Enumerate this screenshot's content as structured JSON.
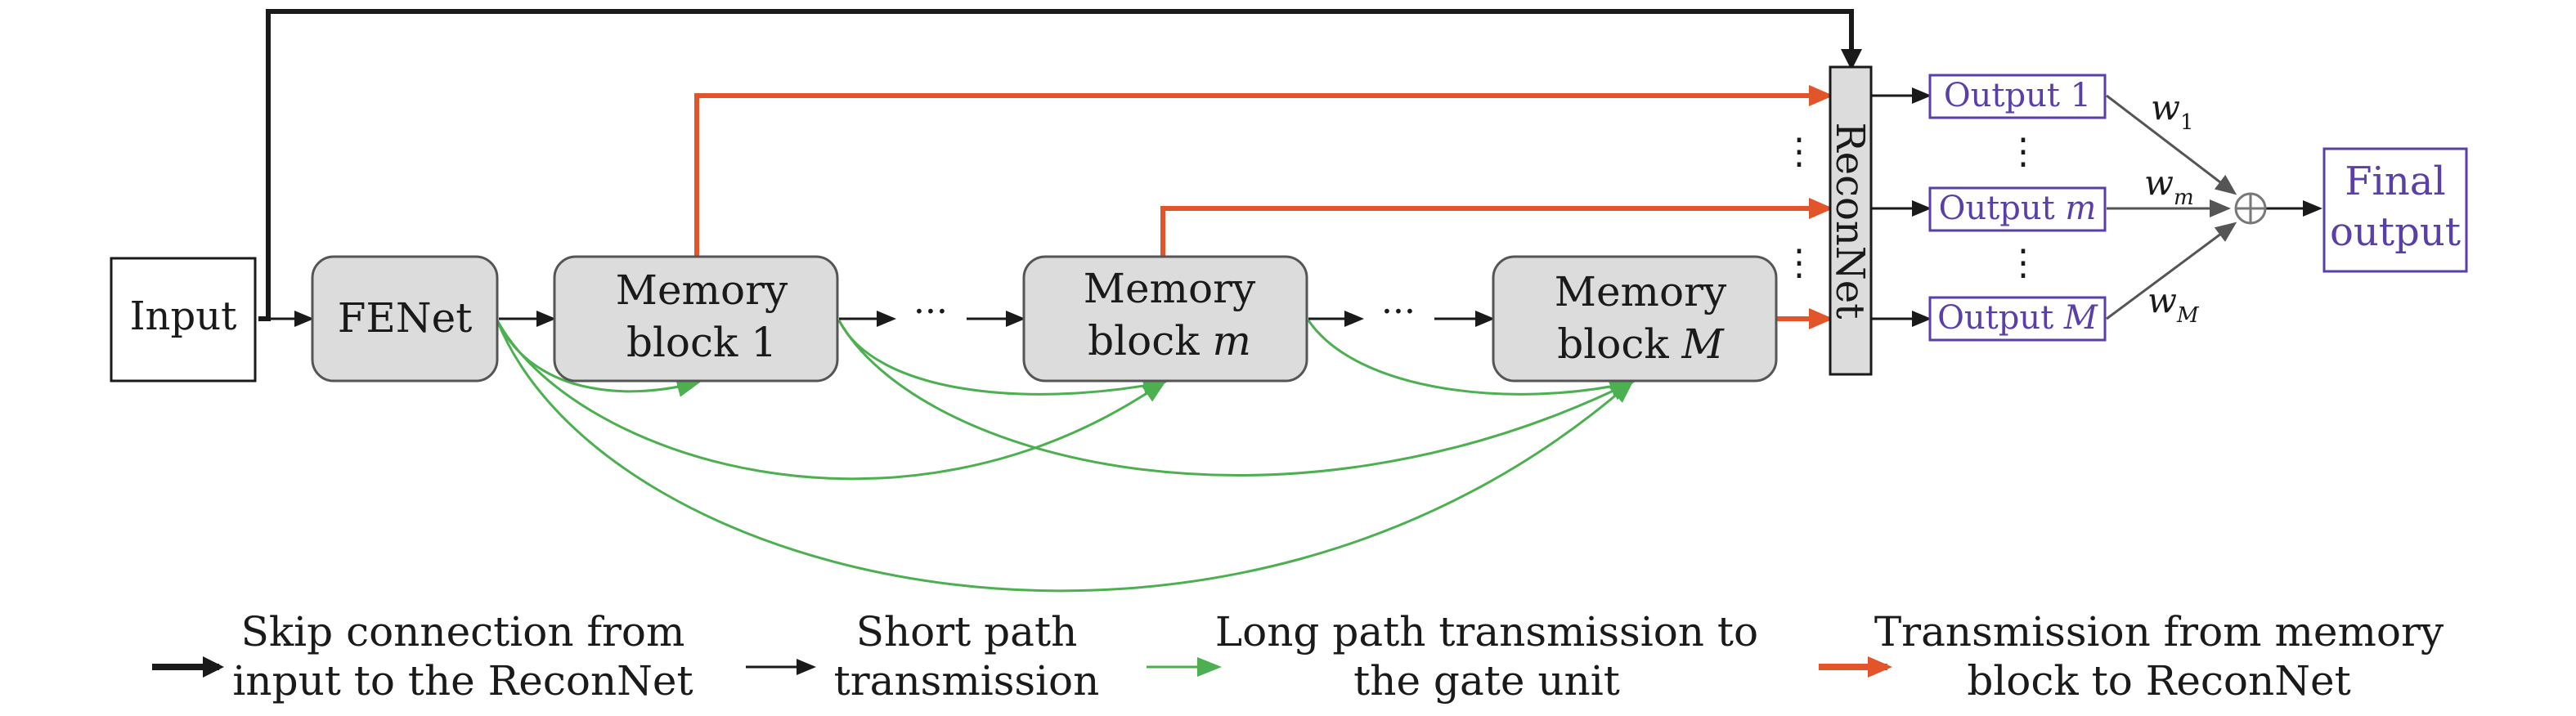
{
  "nodes": {
    "input": "Input",
    "fenet": "FENet",
    "memory_block_1": {
      "line1": "Memory",
      "line2": "block 1"
    },
    "memory_block_m": {
      "line1": "Memory",
      "line2": "block ",
      "var": "m"
    },
    "memory_block_M": {
      "line1": "Memory",
      "line2": "block ",
      "var": "M"
    },
    "reconnet": "ReconNet",
    "outputs": [
      {
        "label": "Output 1",
        "var": ""
      },
      {
        "label": "Output ",
        "var": "m"
      },
      {
        "label": "Output ",
        "var": "M"
      }
    ],
    "final_output": {
      "line1": "Final",
      "line2": "output"
    },
    "sum_symbol": "⊕"
  },
  "weights": [
    {
      "base": "w",
      "sub": "1"
    },
    {
      "base": "w",
      "sub": "m"
    },
    {
      "base": "w",
      "sub": "M"
    }
  ],
  "ellipsis_h": "···",
  "ellipsis_v": "⋮",
  "legend": [
    {
      "line1": "Skip connection from",
      "line2": "input to the ReconNet",
      "color": "#1a1a1a"
    },
    {
      "line1": "Short path",
      "line2": "transmission",
      "color": "#1a1a1a"
    },
    {
      "line1": "Long path transmission to",
      "line2": "the gate unit",
      "color": "#4caf50"
    },
    {
      "line1": "Transmission from memory",
      "line2": "block to ReconNet",
      "color": "#e2542a"
    }
  ],
  "colors": {
    "box_fill": "#dcdcdc",
    "output_text": "#5a3fa8",
    "orange": "#e2542a",
    "green": "#4caf50",
    "black": "#1a1a1a"
  }
}
